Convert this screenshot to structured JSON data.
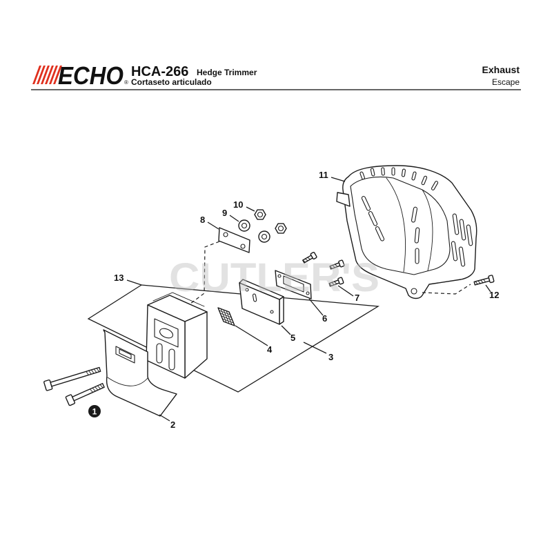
{
  "header": {
    "brand_logo": "ECHO",
    "registered_mark": "®",
    "model": "HCA-266",
    "product_en": "Hedge Trimmer",
    "product_es": "Cortaseto articulado",
    "section_en": "Exhaust",
    "section_es": "Escape"
  },
  "watermark": "CUTLER'S",
  "callouts": {
    "part_1": "1",
    "part_2": "2",
    "part_3": "3",
    "part_4": "4",
    "part_5": "5",
    "part_6": "6",
    "part_7": "7",
    "part_8": "8",
    "part_9": "9",
    "part_10": "10",
    "part_11": "11",
    "part_12": "12",
    "part_13": "13"
  },
  "colors": {
    "brand_red": "#e0301e",
    "ink": "#1a1a1a",
    "watermark": "#bfbfbf"
  }
}
